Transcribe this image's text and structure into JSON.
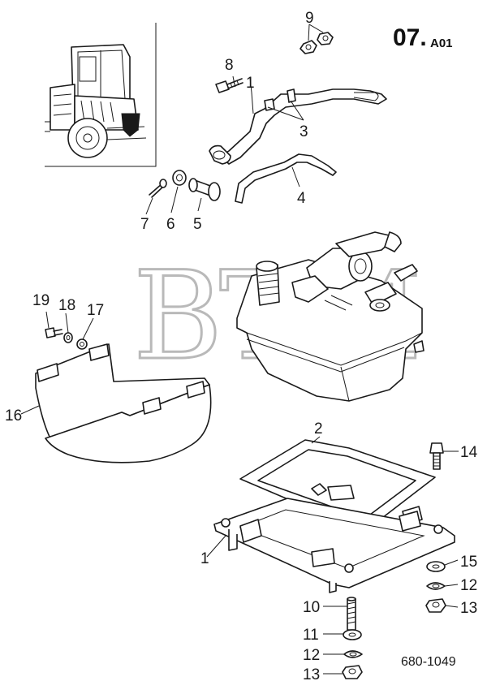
{
  "header": {
    "code": "07.",
    "code_suffix": "A01"
  },
  "watermark": {
    "text": "BTM",
    "registered_mark": "®"
  },
  "document_number": "680-1049",
  "callouts": {
    "c1_top": "1",
    "c2": "2",
    "c3": "3",
    "c4": "4",
    "c5": "5",
    "c6": "6",
    "c7": "7",
    "c8": "8",
    "c9": "9",
    "c1_bottom": "1",
    "c10": "10",
    "c11": "11",
    "c12_left": "12",
    "c13_left": "13",
    "c12_right": "12",
    "c13_right": "13",
    "c14": "14",
    "c15": "15",
    "c16": "16",
    "c17": "17",
    "c18": "18",
    "c19": "19"
  }
}
